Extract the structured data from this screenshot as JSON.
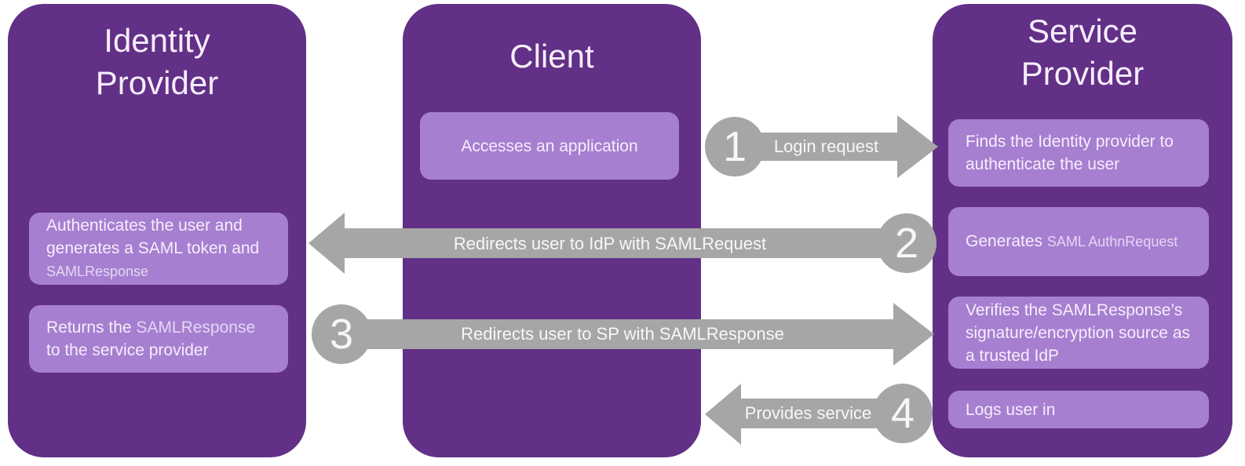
{
  "colors": {
    "column_bg": "#623086",
    "box_bg": "#a67fd0",
    "arrow_gray": "#a6a6a6",
    "text_light": "#f6edfc",
    "background": "#ffffff"
  },
  "columns": {
    "identity_provider": {
      "title": "Identity Provider",
      "box1": {
        "main": "Authenticates the user and generates a SAML token and ",
        "small": "SAMLResponse"
      },
      "box2": {
        "pre": "Returns the ",
        "term": "SAMLResponse",
        "post": " to the service provider"
      }
    },
    "client": {
      "title": "Client",
      "box1": {
        "main": "Accesses an application"
      }
    },
    "service_provider": {
      "title": "Service Provider",
      "box1": {
        "main": "Finds the Identity provider to authenticate the user"
      },
      "box2": {
        "main": "Generates ",
        "small": "SAML AuthnRequest"
      },
      "box3": {
        "main": "Verifies the SAMLResponse’s signature/encryption source as a trusted IdP"
      },
      "box4": {
        "main": "Logs user in"
      }
    }
  },
  "arrows": {
    "a1": {
      "number": "1",
      "label": "Login request",
      "direction": "right",
      "from": "Client",
      "to": "Service Provider"
    },
    "a2": {
      "number": "2",
      "label": "Redirects user to IdP with SAMLRequest",
      "direction": "left",
      "from": "Service Provider",
      "to": "Identity Provider"
    },
    "a3": {
      "number": "3",
      "label": "Redirects user to SP with SAMLResponse",
      "direction": "right",
      "from": "Identity Provider",
      "to": "Service Provider"
    },
    "a4": {
      "number": "4",
      "label": "Provides service",
      "direction": "left",
      "from": "Service Provider",
      "to": "Client"
    }
  }
}
